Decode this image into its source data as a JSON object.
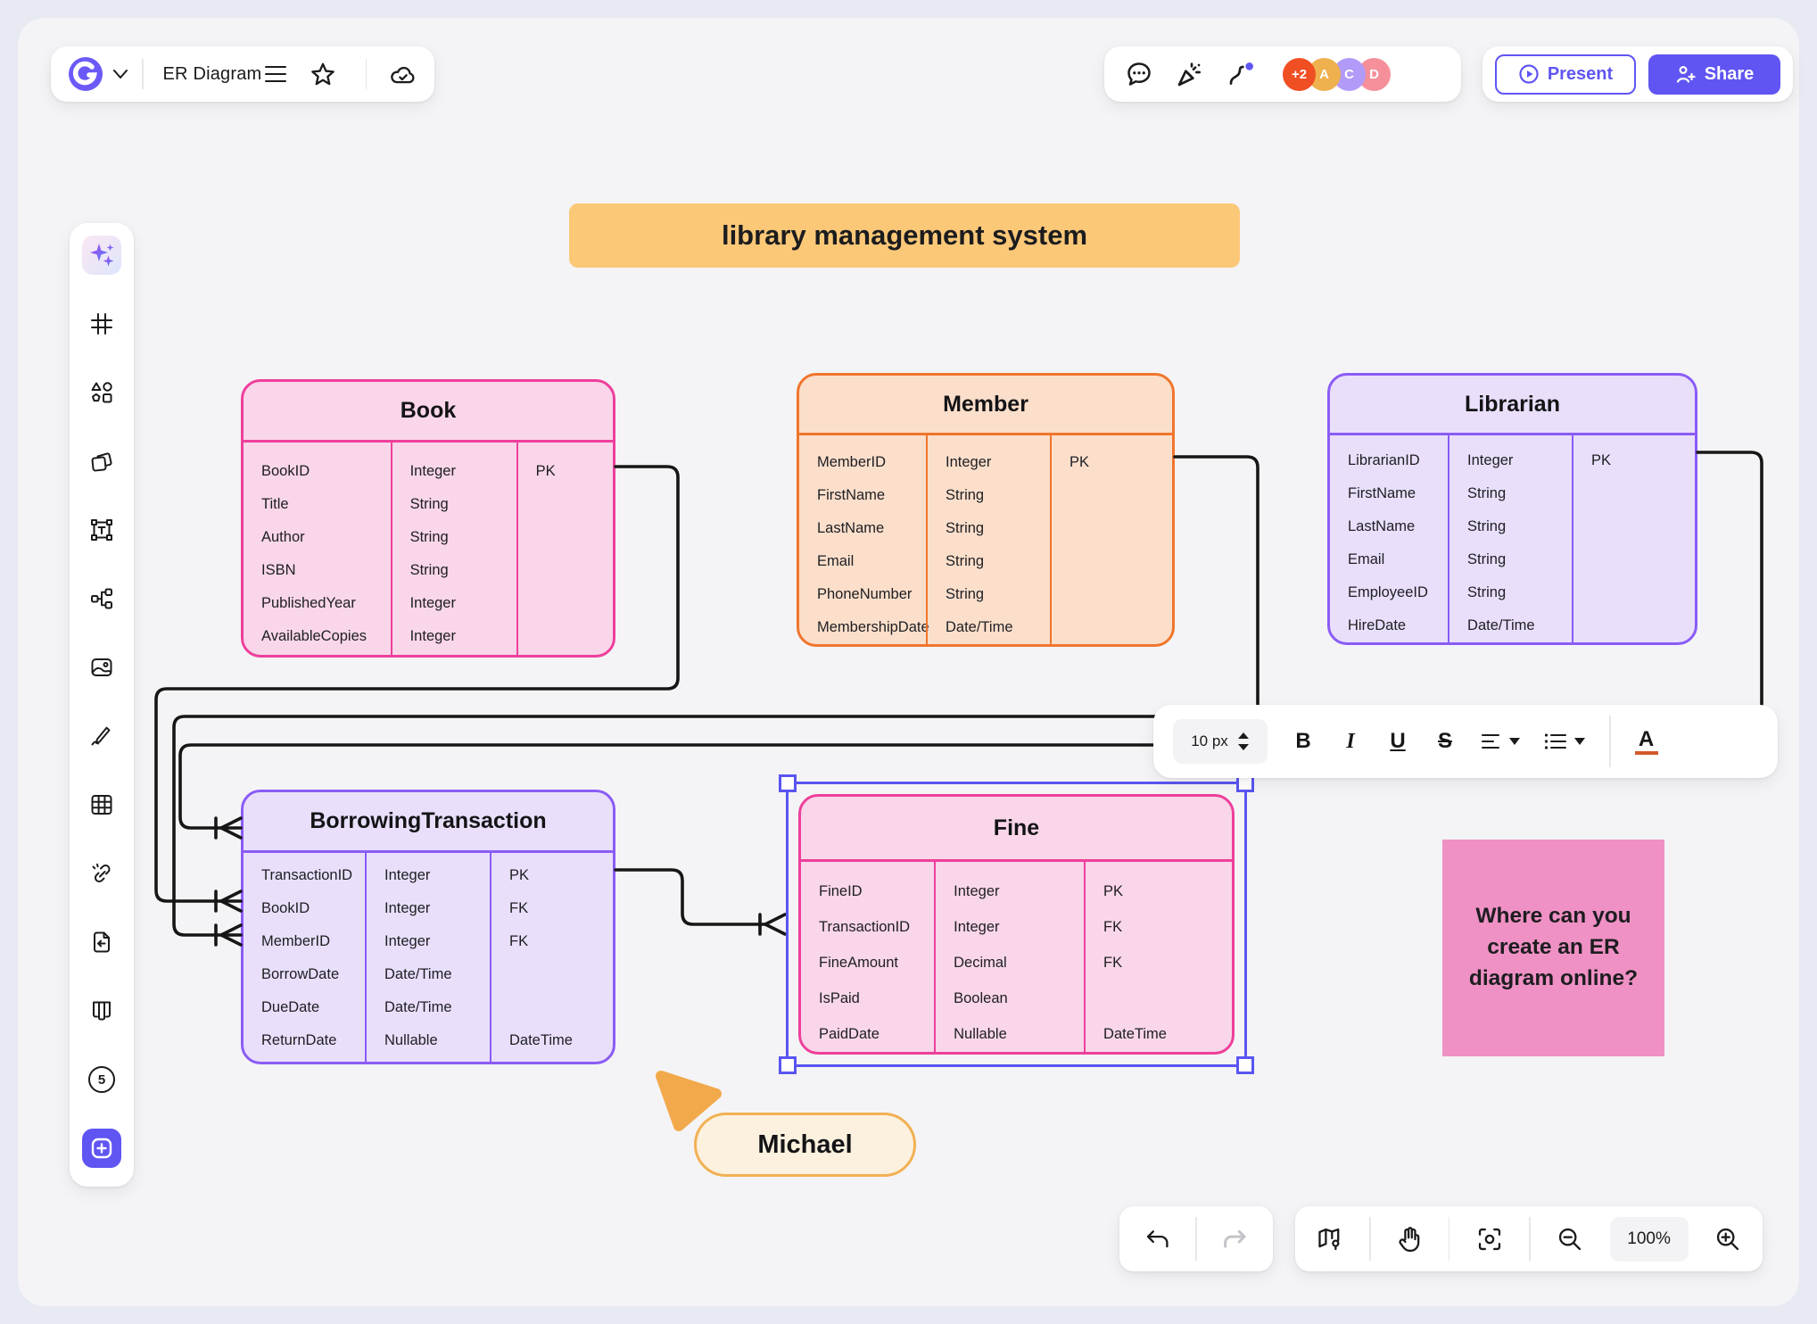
{
  "app": {
    "accent_color": "#6055F2",
    "selection_color": "#5A55F0",
    "canvas_color": "#F4F4F6",
    "connector_color": "#161616"
  },
  "top_bar": {
    "doc_title": "ER Diagram",
    "present_label": "Present",
    "share_label": "Share",
    "avatars": [
      {
        "label": "+2",
        "color": "#F04E23"
      },
      {
        "label": "A",
        "color": "#EFB14E"
      },
      {
        "label": "C",
        "color": "#B29AF9"
      },
      {
        "label": "D",
        "color": "#F5909A"
      }
    ]
  },
  "sidebar": {
    "items": [
      "ai-sparkles",
      "frame",
      "shapes",
      "sticky-note",
      "text",
      "connector",
      "image",
      "draw",
      "table",
      "link",
      "import-file",
      "board",
      "pages",
      "add"
    ],
    "pages_badge": "5"
  },
  "canvas": {
    "banner": "library management system",
    "sticky_note": "Where can you create an ER diagram online?",
    "cursor_user": "Michael",
    "entities": [
      {
        "name": "Book",
        "theme": "pink",
        "rows": [
          {
            "f": "BookID",
            "t": "Integer",
            "k": "PK"
          },
          {
            "f": "Title",
            "t": "String",
            "k": ""
          },
          {
            "f": "Author",
            "t": "String",
            "k": ""
          },
          {
            "f": "ISBN",
            "t": "String",
            "k": ""
          },
          {
            "f": "PublishedYear",
            "t": "Integer",
            "k": ""
          },
          {
            "f": "AvailableCopies",
            "t": "Integer",
            "k": ""
          }
        ]
      },
      {
        "name": "Member",
        "theme": "orange",
        "rows": [
          {
            "f": "MemberID",
            "t": "Integer",
            "k": "PK"
          },
          {
            "f": "FirstName",
            "t": "String",
            "k": ""
          },
          {
            "f": "LastName",
            "t": "String",
            "k": ""
          },
          {
            "f": "Email",
            "t": "String",
            "k": ""
          },
          {
            "f": "PhoneNumber",
            "t": "String",
            "k": ""
          },
          {
            "f": "MembershipDate",
            "t": "Date/Time",
            "k": ""
          }
        ]
      },
      {
        "name": "Librarian",
        "theme": "purple",
        "rows": [
          {
            "f": "LibrarianID",
            "t": "Integer",
            "k": "PK"
          },
          {
            "f": "FirstName",
            "t": "String",
            "k": ""
          },
          {
            "f": "LastName",
            "t": "String",
            "k": ""
          },
          {
            "f": "Email",
            "t": "String",
            "k": ""
          },
          {
            "f": "EmployeeID",
            "t": "String",
            "k": ""
          },
          {
            "f": "HireDate",
            "t": "Date/Time",
            "k": ""
          }
        ]
      },
      {
        "name": "BorrowingTransaction",
        "theme": "purple",
        "rows": [
          {
            "f": "TransactionID",
            "t": "Integer",
            "k": "PK"
          },
          {
            "f": "BookID",
            "t": "Integer",
            "k": "FK"
          },
          {
            "f": "MemberID",
            "t": "Integer",
            "k": "FK"
          },
          {
            "f": "BorrowDate",
            "t": "Date/Time",
            "k": ""
          },
          {
            "f": "DueDate",
            "t": "Date/Time",
            "k": ""
          },
          {
            "f": "ReturnDate",
            "t": "Nullable",
            "k": "DateTime"
          }
        ]
      },
      {
        "name": "Fine",
        "theme": "pink",
        "selected": true,
        "rows": [
          {
            "f": "FineID",
            "t": "Integer",
            "k": "PK"
          },
          {
            "f": "TransactionID",
            "t": "Integer",
            "k": "FK"
          },
          {
            "f": "FineAmount",
            "t": "Decimal",
            "k": "FK"
          },
          {
            "f": "IsPaid",
            "t": "Boolean",
            "k": ""
          },
          {
            "f": "PaidDate",
            "t": "Nullable",
            "k": "DateTime"
          }
        ]
      }
    ],
    "relationships": [
      {
        "from": "Book.BookID",
        "to": "BorrowingTransaction.BookID",
        "notation": "one-to-many"
      },
      {
        "from": "Member.MemberID",
        "to": "BorrowingTransaction.MemberID",
        "notation": "one-to-many"
      },
      {
        "from": "Librarian.LibrarianID",
        "to": "BorrowingTransaction",
        "notation": "one-to-many"
      },
      {
        "from": "BorrowingTransaction.TransactionID",
        "to": "Fine.TransactionID",
        "notation": "one-to-many"
      }
    ],
    "entity_theme_colors": {
      "pink": {
        "border": "#EE3F9B",
        "fill": "#F9D6E9"
      },
      "orange": {
        "border": "#F0752D",
        "fill": "#FBDFCB"
      },
      "purple": {
        "border": "#8A5CF5",
        "fill": "#E9DFFB"
      }
    },
    "banner_color": "#FBC878",
    "sticky_color": "#EF91C4"
  },
  "format_toolbar": {
    "font_size": "10 px",
    "bold": "B",
    "italic": "I",
    "underline": "U",
    "strikethrough": "S",
    "text_color_glyph": "A",
    "text_color_underline": "#D45A2A"
  },
  "bottom_bar": {
    "zoom_level": "100%"
  }
}
